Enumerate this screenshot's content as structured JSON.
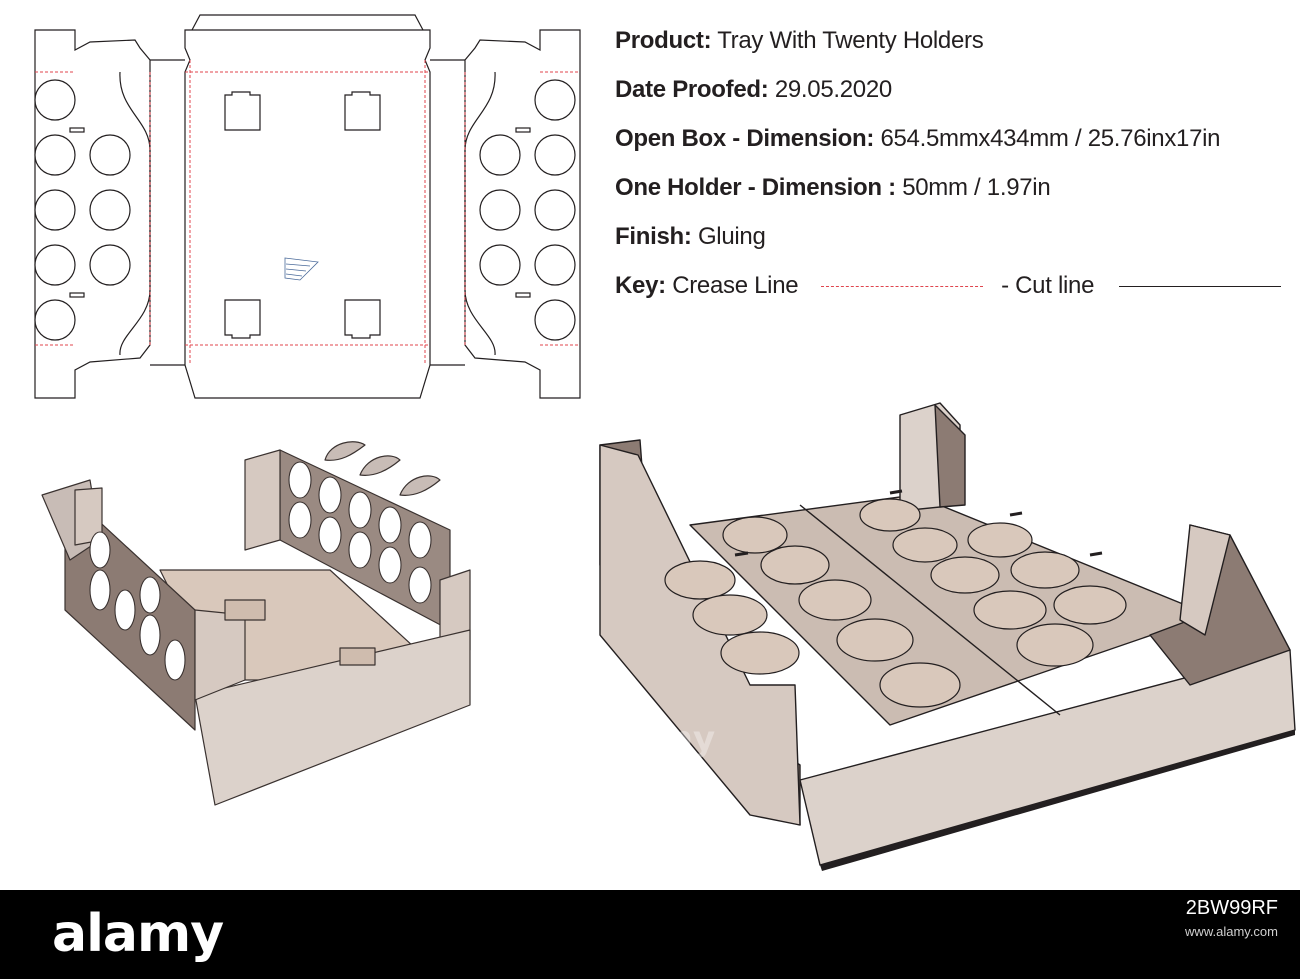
{
  "specs": {
    "product_label": "Product:",
    "product_value": "Tray With Twenty Holders",
    "date_label": "Date Proofed:",
    "date_value": "29.05.2020",
    "open_label": "Open Box - Dimension:",
    "open_value": "654.5mmx434mm / 25.76inx17in",
    "holder_label": "One Holder - Dimension :",
    "holder_value": "50mm / 1.97in",
    "finish_label": "Finish:",
    "finish_value": "Gluing",
    "key_label": "Key:",
    "crease_label": "Crease Line",
    "cut_label": "- Cut line"
  },
  "colors": {
    "crease": "#e0454e",
    "cut": "#231f20",
    "board_light": "#dcd2cb",
    "board_mid": "#c9b8ad",
    "board_dark": "#8c7b73",
    "footer": "#000000"
  },
  "footer": {
    "brand": "alamy",
    "image_id": "2BW99RF",
    "url": "www.alamy.com"
  },
  "watermark": "alamy"
}
